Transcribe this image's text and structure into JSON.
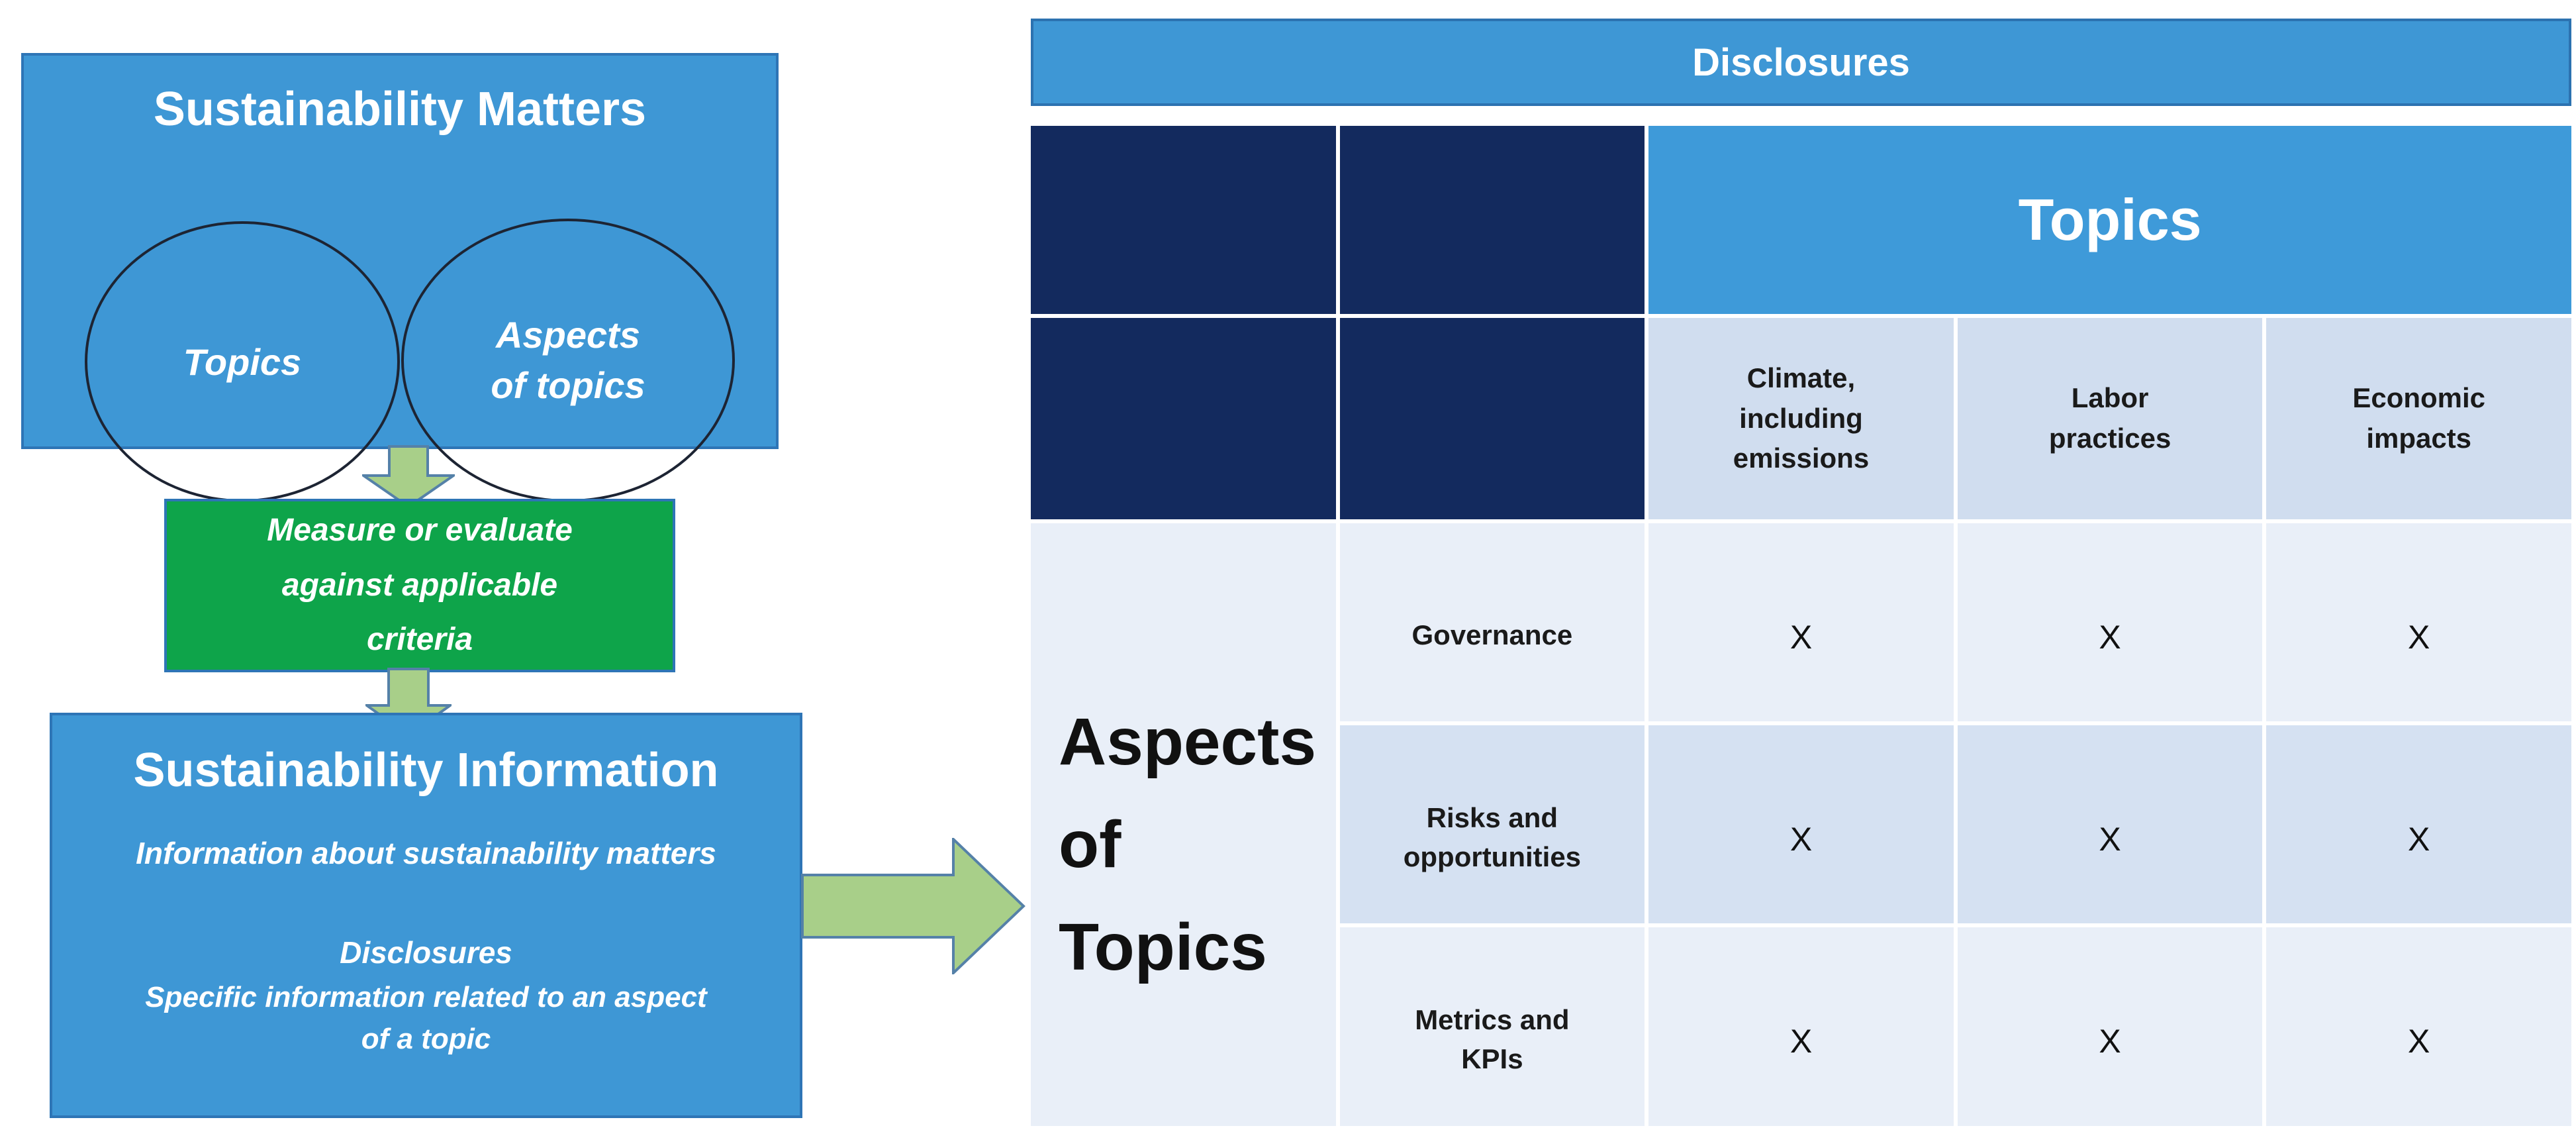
{
  "left_flow": {
    "matters_title": "Sustainability Matters",
    "ellipse_topics": "Topics",
    "ellipse_aspects": "Aspects\nof topics",
    "measure_text": "Measure or evaluate\nagainst applicable\ncriteria",
    "info_title": "Sustainability Information",
    "info_subtitle": "Information about sustainability matters",
    "info_disclosures_label": "Disclosures",
    "info_disclosures_desc": "Specific information related to an aspect\nof a topic"
  },
  "table": {
    "title": "Disclosures",
    "topics_header": "Topics",
    "column_headers": [
      "Climate,\nincluding\nemissions",
      "Labor\npractices",
      "Economic\nimpacts"
    ],
    "row_group_label": "Aspects\nof\nTopics",
    "rows": [
      {
        "label": "Governance",
        "marks": [
          "X",
          "X",
          "X"
        ]
      },
      {
        "label": "Risks and\nopportunities",
        "marks": [
          "X",
          "X",
          "X"
        ]
      },
      {
        "label": "Metrics and\nKPIs",
        "marks": [
          "X",
          "X",
          "X"
        ]
      }
    ]
  },
  "colors": {
    "box_blue": "#3E97D5",
    "border_blue": "#2E75B6",
    "navy": "#132A5E",
    "green": "#0EA44A",
    "arrow_green_fill": "#A8CF89",
    "arrow_outline": "#5581A8",
    "topics_band_blue": "#3E9AD9",
    "row_light": "#E9EFF8",
    "row_dark": "#D5E1F2",
    "header_cell": "#D0DDEF"
  }
}
